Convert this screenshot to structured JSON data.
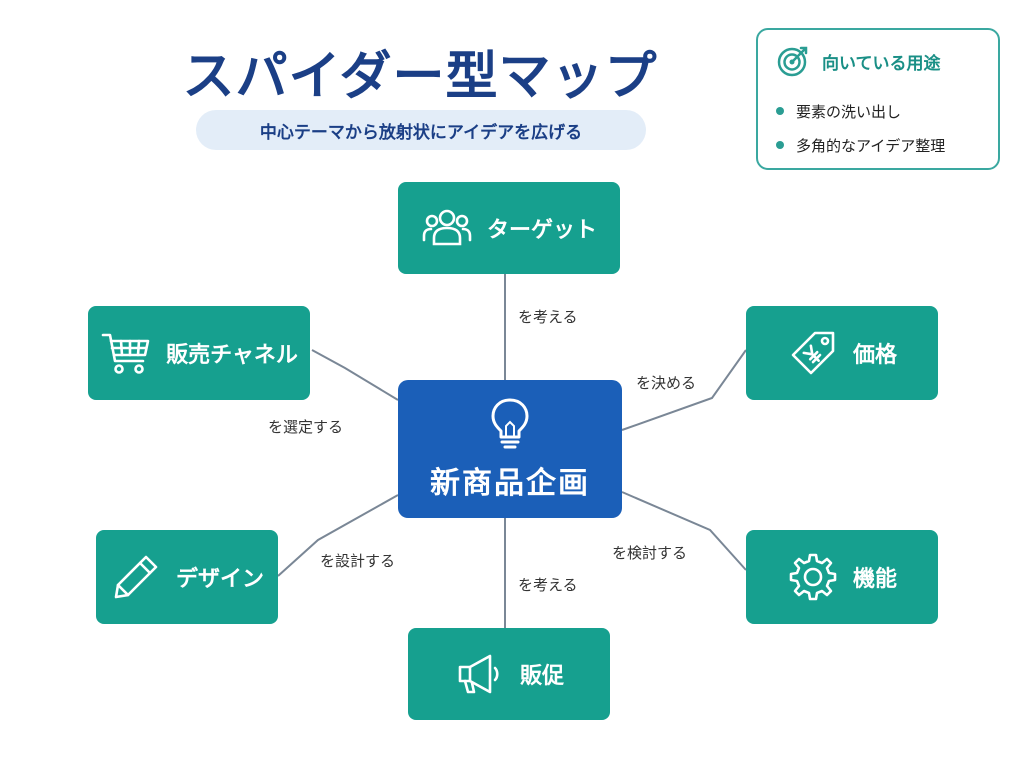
{
  "header": {
    "title": "スパイダー型マップ",
    "subtitle": "中心テーマから放射状にアイデアを広げる"
  },
  "use_case": {
    "title": "向いている用途",
    "icon": "target-icon",
    "items": [
      "要素の洗い出し",
      "多角的なアイデア整理"
    ]
  },
  "center": {
    "label": "新商品企画",
    "icon": "lightbulb-icon"
  },
  "branches": {
    "target": {
      "label": "ターゲット",
      "icon": "users-icon",
      "edge": "を考える"
    },
    "price": {
      "label": "価格",
      "icon": "price-tag-icon",
      "edge": "を決める"
    },
    "feature": {
      "label": "機能",
      "icon": "gear-icon",
      "edge": "を検討する"
    },
    "promotion": {
      "label": "販促",
      "icon": "megaphone-icon",
      "edge": "を考える"
    },
    "design": {
      "label": "デザイン",
      "icon": "pencil-icon",
      "edge": "を設計する"
    },
    "channel": {
      "label": "販売チャネル",
      "icon": "cart-icon",
      "edge": "を選定する"
    }
  },
  "colors": {
    "title": "#1b3f86",
    "center": "#1b5fb8",
    "branch": "#16a08f",
    "accent": "#3aa8a0"
  }
}
